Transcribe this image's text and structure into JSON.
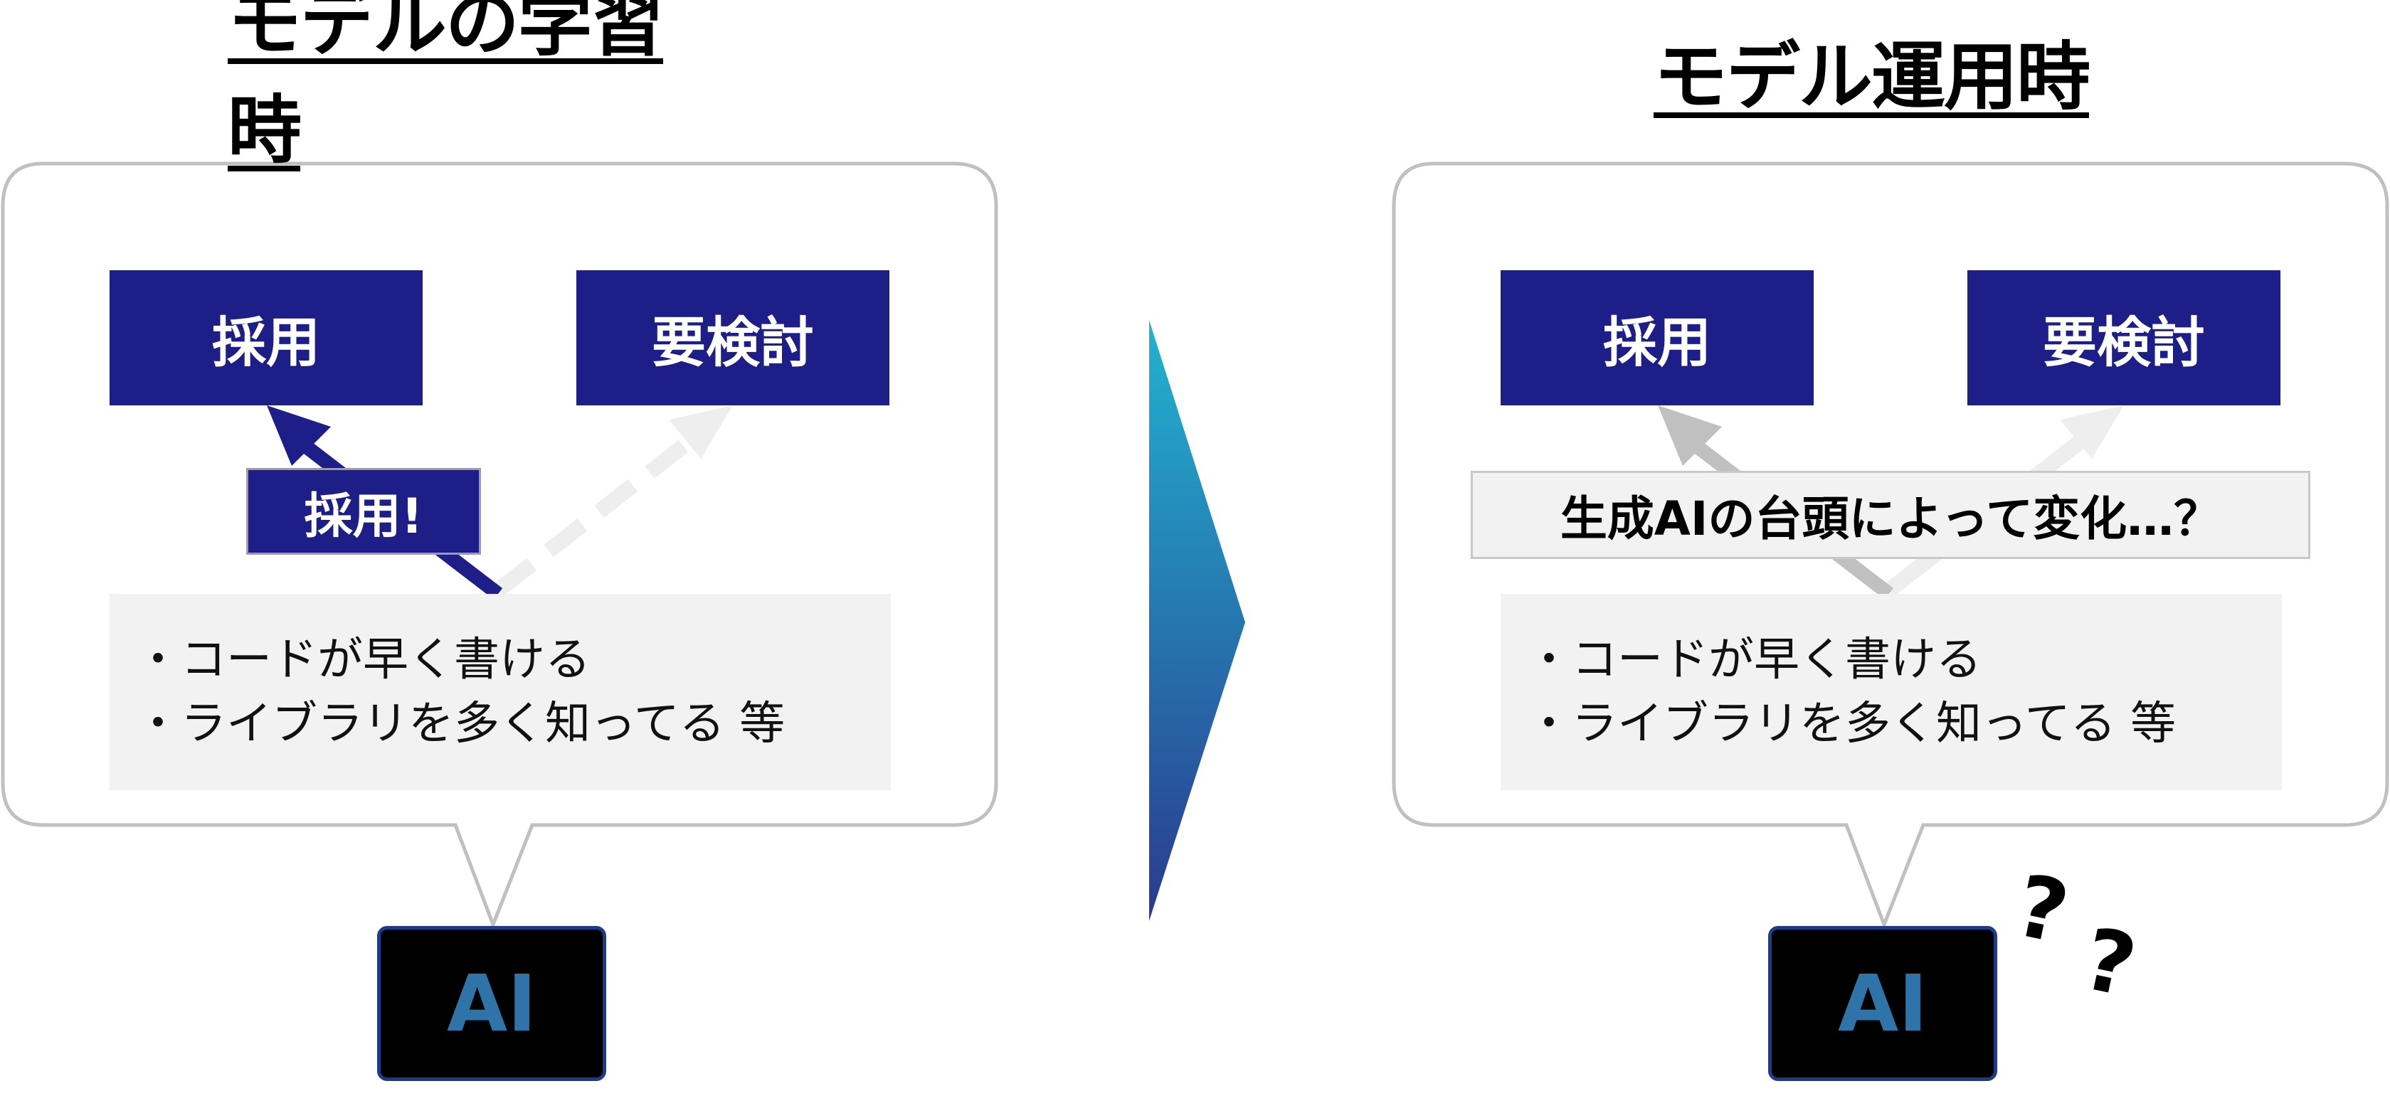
{
  "left": {
    "title": "モデルの学習時",
    "adopt_label": "採用",
    "review_label": "要検討",
    "decision_label": "採用!",
    "list_items": [
      "・コードが早く書ける",
      "・ライブラリを多く知ってる 等"
    ],
    "ai_label": "AI"
  },
  "right": {
    "title": "モデル運用時",
    "adopt_label": "採用",
    "review_label": "要検討",
    "change_label": "生成AIの台頭によって変化…？",
    "list_items": [
      "・コードが早く書ける",
      "・ライブラリを多く知ってる 等"
    ],
    "ai_label": "AI",
    "question_marks": [
      "?",
      "?"
    ]
  },
  "colors": {
    "box_navy": "#1e1e88",
    "bubble_border": "#c0c0c0",
    "list_bg": "#f2f2f2",
    "arrow_gradient_top": "#22b3cf",
    "arrow_gradient_bottom": "#2a3a8f",
    "ai_text": "#2e74a8"
  }
}
